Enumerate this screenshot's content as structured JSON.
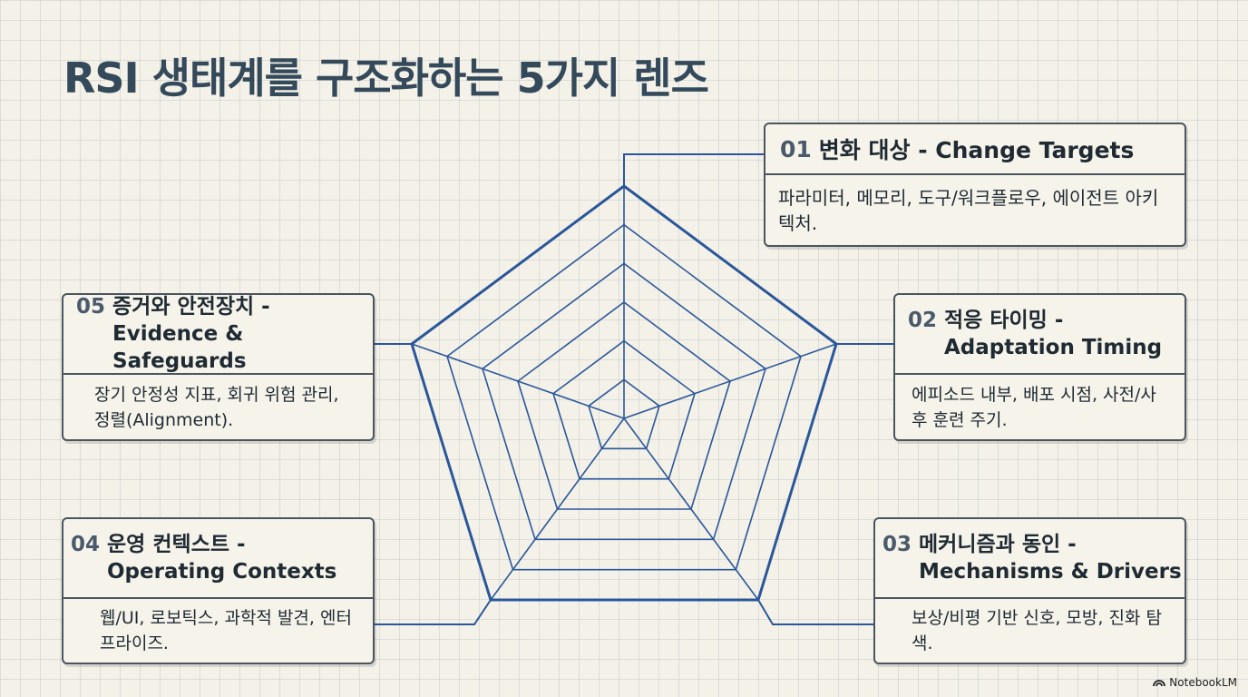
{
  "title": "RSI 생태계를 구조화하는 5가지 렌즈",
  "lenses": [
    {
      "num": "01",
      "title": "변화 대상 - Change Targets",
      "desc": "파라미터, 메모리, 도구/워크플로우, 에이전트 아키텍처."
    },
    {
      "num": "02",
      "title_ko": "적응 타이밍 -",
      "title_en": "Adaptation Timing",
      "desc": "에피소드 내부, 배포 시점, 사전/사후 훈련 주기."
    },
    {
      "num": "03",
      "title_ko": "메커니즘과 동인 -",
      "title_en": "Mechanisms & Drivers",
      "desc": "보상/비평 기반 신호, 모방, 진화 탐색."
    },
    {
      "num": "04",
      "title_ko": "운영 컨텍스트 -",
      "title_en": "Operating Contexts",
      "desc": "웹/UI, 로보틱스, 과학적 발견, 엔터프라이즈."
    },
    {
      "num": "05",
      "title_ko": "증거와 안전장치 -",
      "title_en": "Evidence & Safeguards",
      "desc": "장기 안정성 지표, 회귀 위험 관리, 정렬(Alignment)."
    }
  ],
  "footer": {
    "brand": "NotebookLM"
  },
  "colors": {
    "diagram_line": "#2b579a",
    "card_border": "#4a5560",
    "background": "#f3f1e8"
  }
}
